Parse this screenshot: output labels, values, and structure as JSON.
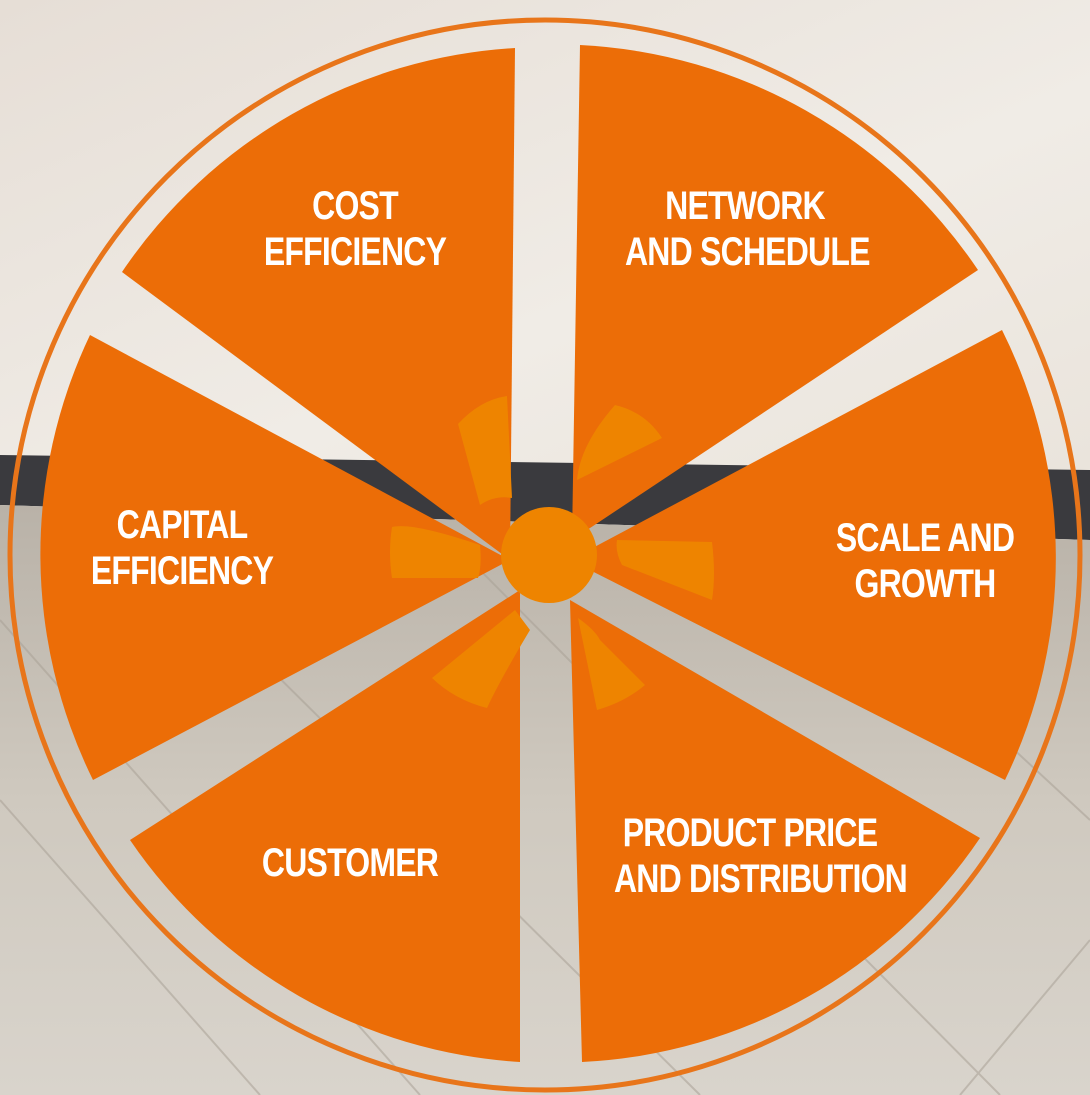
{
  "colors": {
    "segment": "#EC6D07",
    "hub": "#EE8400",
    "ring": "#E8751A",
    "wall": "#EDE7E0",
    "baseboard": "#3A3A3E",
    "floor": "#C7C1B7"
  },
  "segments": [
    {
      "id": "cost",
      "lines": [
        "COST",
        "EFFICIENCY"
      ]
    },
    {
      "id": "network",
      "lines": [
        "NETWORK",
        "AND SCHEDULE"
      ]
    },
    {
      "id": "scale",
      "lines": [
        "SCALE AND",
        "GROWTH"
      ]
    },
    {
      "id": "product",
      "lines": [
        "PRODUCT PRICE",
        "AND DISTRIBUTION"
      ]
    },
    {
      "id": "customer",
      "lines": [
        "CUSTOMER"
      ]
    },
    {
      "id": "capital",
      "lines": [
        "CAPITAL",
        "EFFICIENCY"
      ]
    }
  ]
}
